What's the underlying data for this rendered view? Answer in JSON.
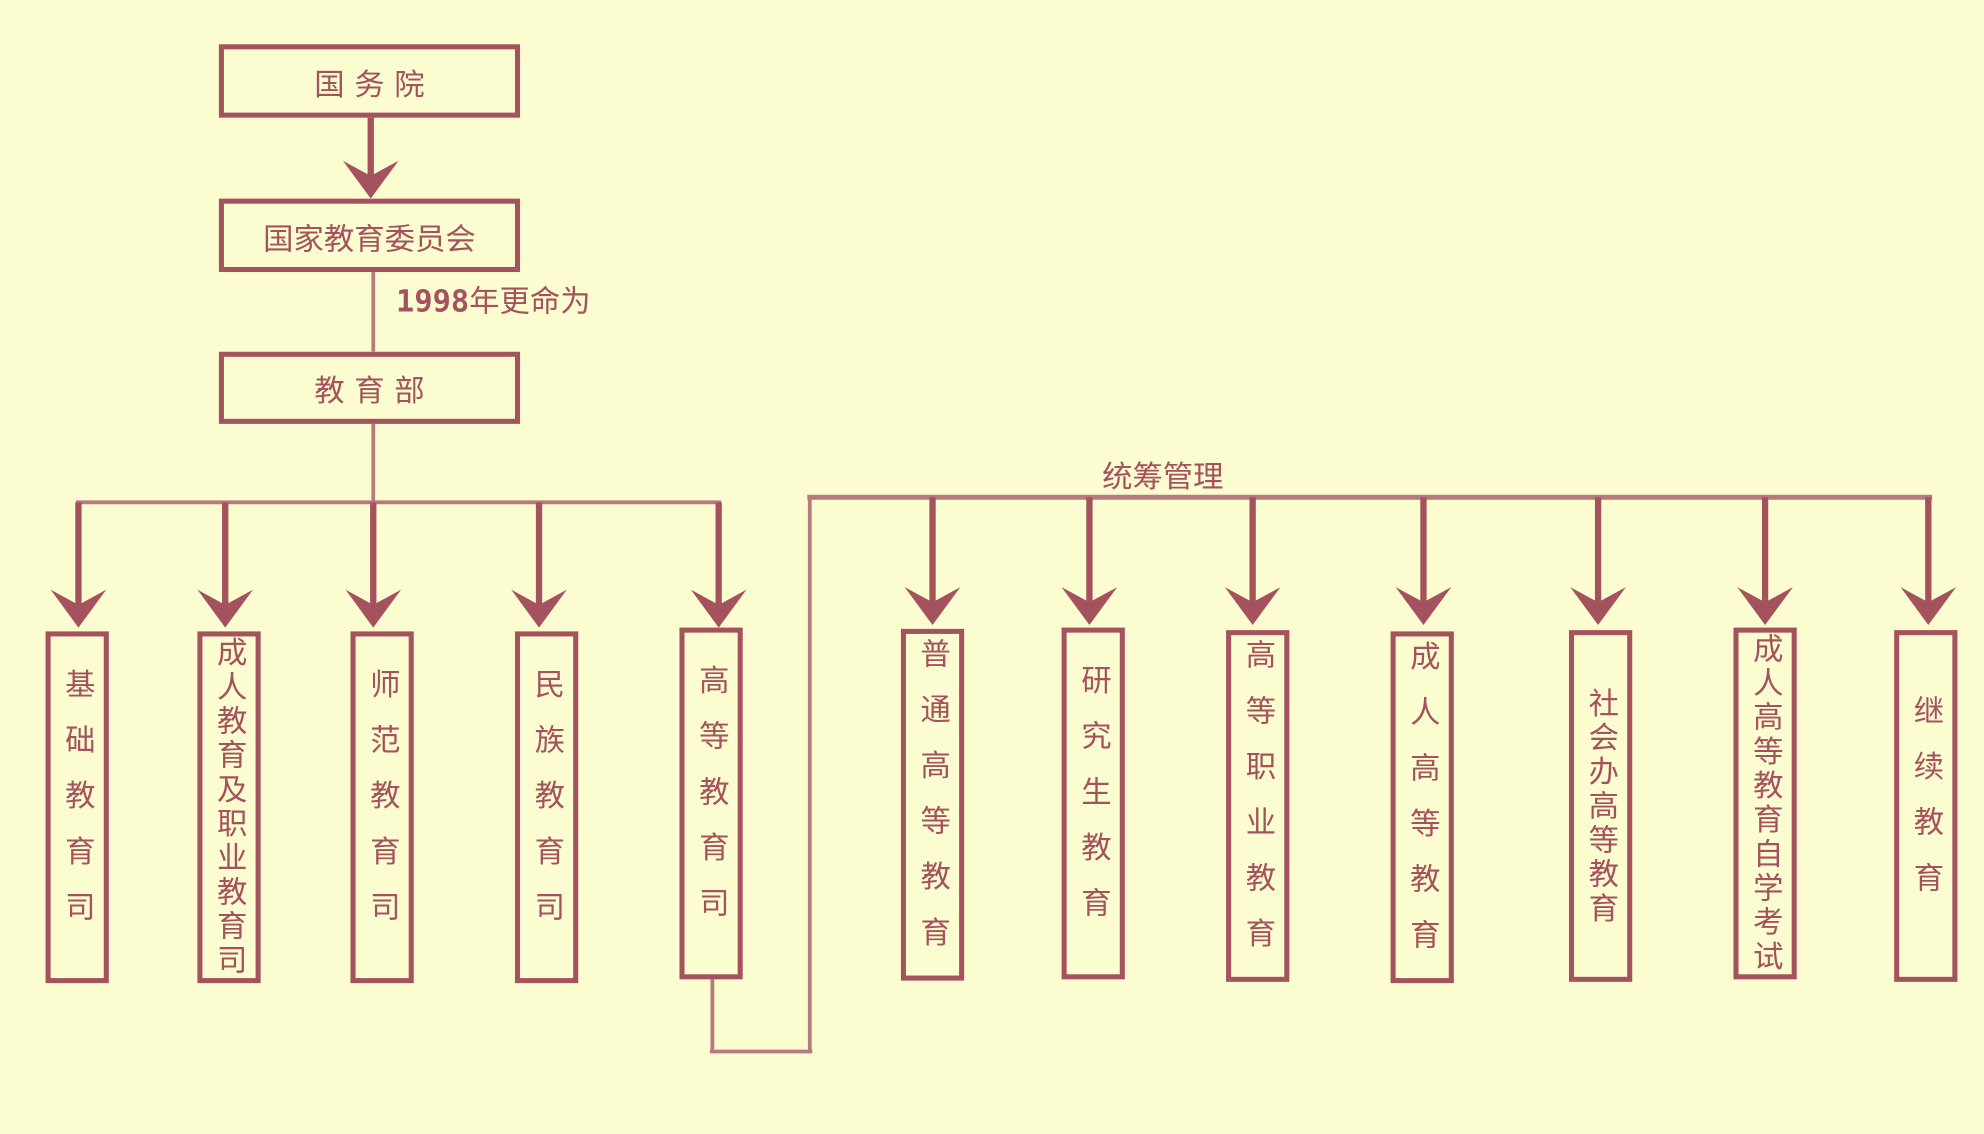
{
  "top_nodes": {
    "state_council": "国 务 院",
    "state_education_commission": "国家教育委员会",
    "rename_note_year": "1998",
    "rename_note_text": "年更命为",
    "ministry_of_education": "教 育 部"
  },
  "coordination_label": "统筹管理",
  "departments": [
    "基础教育司",
    "成人教育及职业教育司",
    "师范教育司",
    "民族教育司",
    "高等教育司"
  ],
  "higher_ed_areas": [
    "普通高等教育",
    "研究生教育",
    "高等职业教育",
    "成人高等教育",
    "社会办高等教育",
    "成人高等教育自学考试",
    "继续教育"
  ],
  "colors": {
    "background": "#fbfdd0",
    "line": "#a5525f",
    "thin_line": "#b97a7f"
  }
}
